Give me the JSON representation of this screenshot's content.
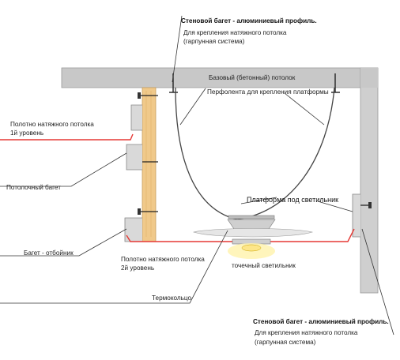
{
  "labels": {
    "top_profile_title": "Стеновой багет - алюминиевый профиль.",
    "top_profile_line1": "Для крепления натяжного потолка",
    "top_profile_line2": "(гарпунная система)",
    "base_ceiling": "Базовый (бетонный) потолок",
    "perfotape": "Перфолента для крепления платформы",
    "ceiling_level1_line1": "Полотно натяжного потолка",
    "ceiling_level1_line2": "1й уровень",
    "ceiling_molding": "Потолочный багет",
    "platform": "Платформа под светильник",
    "bumper_molding": "Багет - отбойник",
    "ceiling_level2_line1": "Полотно натяжного потолка",
    "ceiling_level2_line2": "2й уровень",
    "spotlight": "точечный светильник",
    "thermo_ring": "Термокольцо",
    "bottom_profile_title": "Стеновой багет - алюминиевый профиль.",
    "bottom_profile_line1": "Для крепления натяжного потолка",
    "bottom_profile_line2": "(гарпунная система)"
  },
  "colors": {
    "concrete": "#c8c8c8",
    "concrete_edge": "#9a9a9a",
    "wood": "#f0c98a",
    "membrane": "#e53935",
    "lines": "#333333",
    "lamp_glow": "#fff3b0"
  }
}
